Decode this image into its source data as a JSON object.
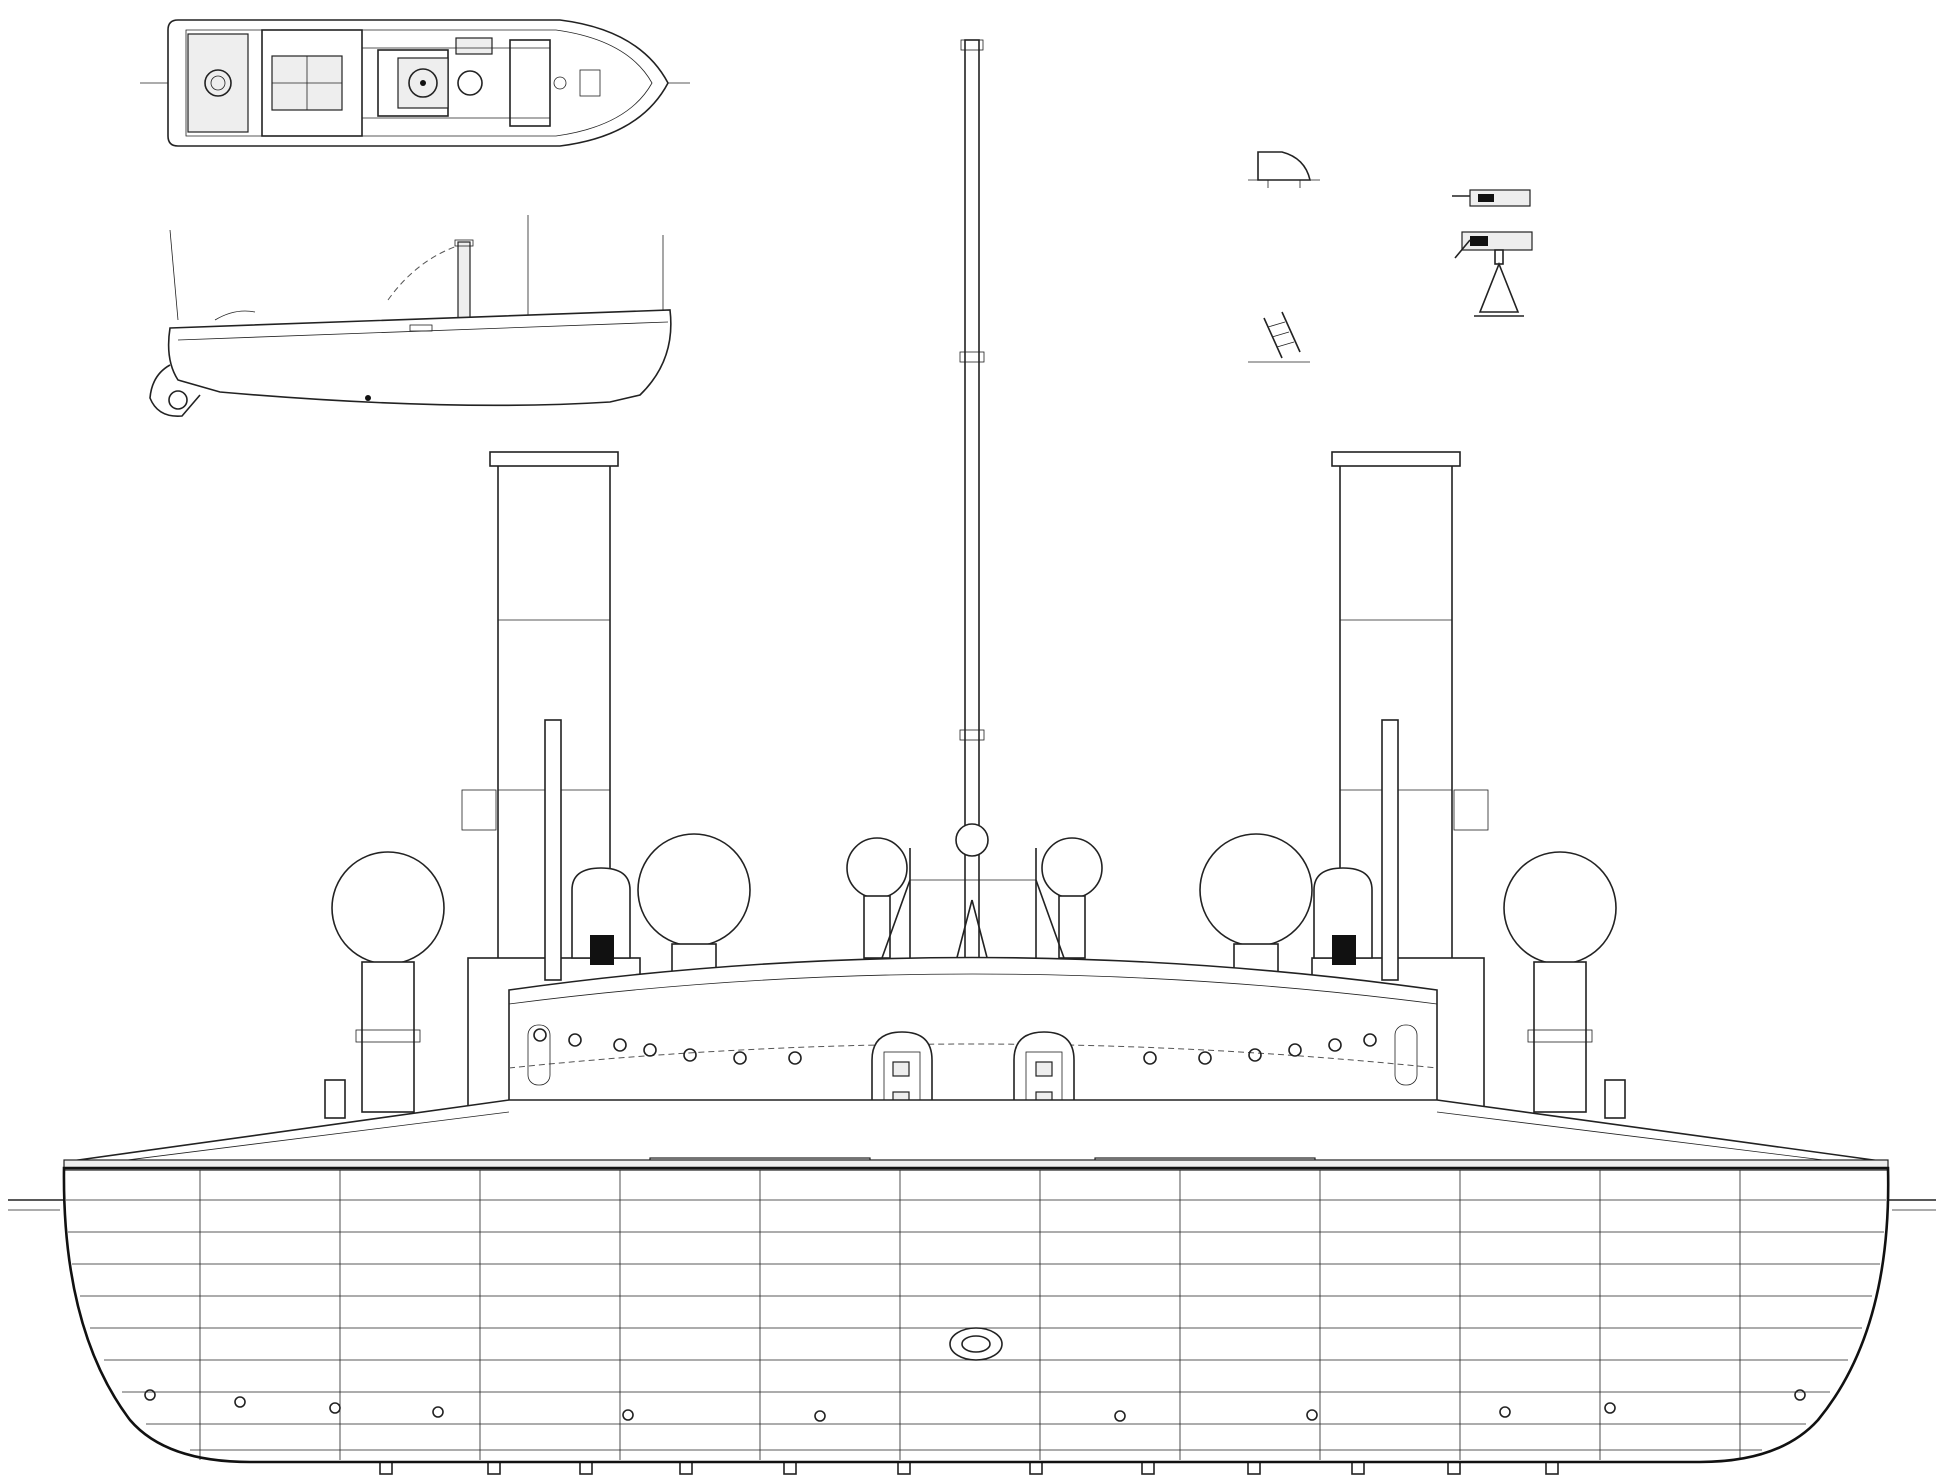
{
  "title": "",
  "views": [
    "launch-plan-view",
    "launch-profile-view",
    "vessel-bow-elevation",
    "detail-cowl",
    "detail-ladder",
    "detail-machine-gun"
  ],
  "colors": {
    "ink": "#222222",
    "paper": "#ffffff",
    "fill": "#111111"
  },
  "counts": {
    "hull_plate_rows": 9,
    "side_scuttles": 11,
    "turret_ports": 13,
    "ventilators": 6
  }
}
